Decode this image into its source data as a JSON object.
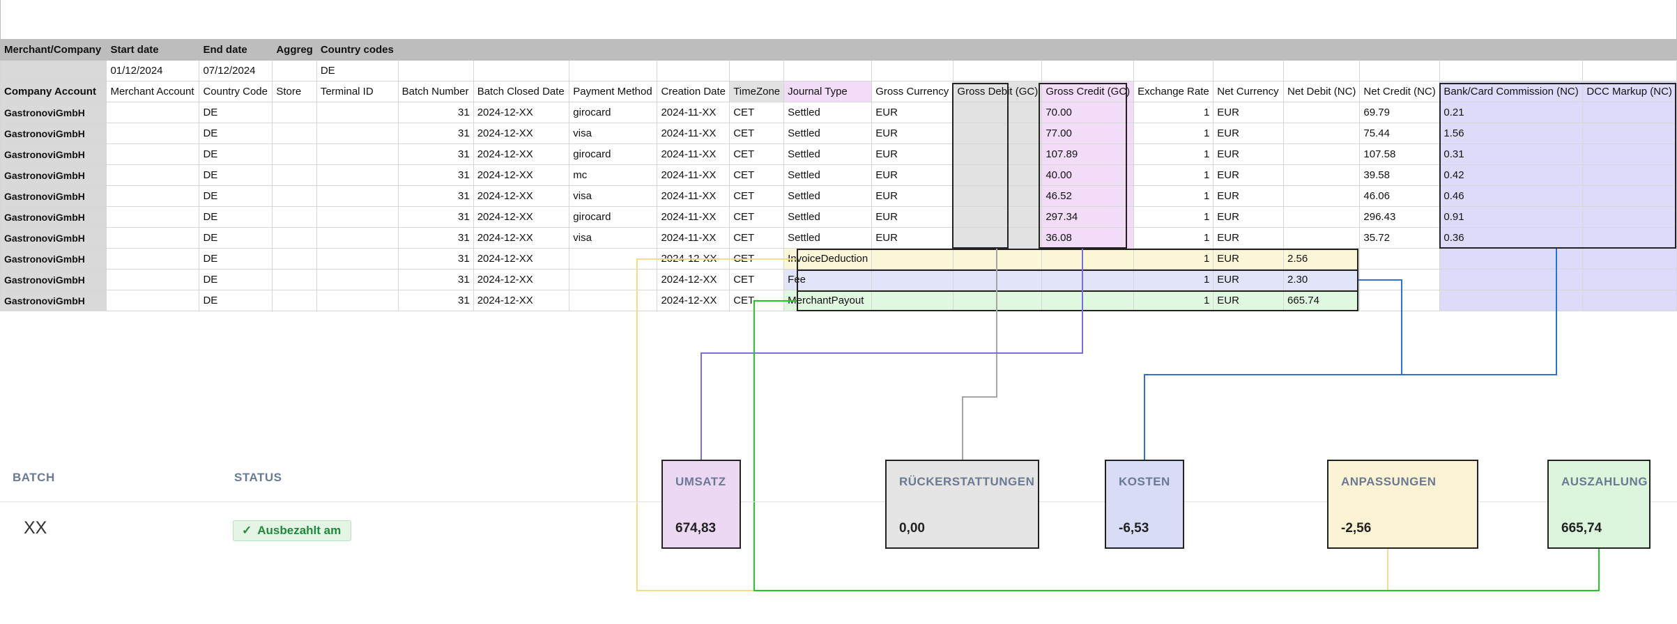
{
  "colors": {
    "grey": "#a6a6a6",
    "purple": "#7b6fd6",
    "blue": "#2f6fd6",
    "yellow": "#f5dc8c",
    "green": "#22cc22"
  },
  "meta_header": [
    "Merchant/Company",
    "Start date",
    "End date",
    "Aggreg",
    "Country codes"
  ],
  "meta_values": [
    "",
    "01/12/2024",
    "07/12/2024",
    "",
    "DE"
  ],
  "columns": [
    "Company Account",
    "Merchant Account",
    "Country Code",
    "Store",
    "Terminal ID",
    "Batch Number",
    "Batch Closed Date",
    "Payment Method",
    "Creation Date",
    "TimeZone",
    "Journal Type",
    "Gross Currency",
    "Gross Debit (GC)",
    "Gross Credit (GC)",
    "Exchange Rate",
    "Net Currency",
    "Net Debit (NC)",
    "Net Credit (NC)",
    "Bank/Card Commission (NC)",
    "DCC Markup (NC)"
  ],
  "rows": [
    {
      "company": "GastronoviGmbH",
      "merchant": "",
      "country": "DE",
      "store": "",
      "terminal": "",
      "batch": "31",
      "closed": "2024-12-XX",
      "method": "girocard",
      "created": "2024-11-XX",
      "tz": "CET",
      "journal": "Settled",
      "gcur": "EUR",
      "gdebit": "",
      "gcredit": "70.00",
      "rate": "1",
      "ncur": "EUR",
      "ndebit": "",
      "ncredit": "69.79",
      "commission": "0.21",
      "dcc": ""
    },
    {
      "company": "GastronoviGmbH",
      "merchant": "",
      "country": "DE",
      "store": "",
      "terminal": "",
      "batch": "31",
      "closed": "2024-12-XX",
      "method": "visa",
      "created": "2024-11-XX",
      "tz": "CET",
      "journal": "Settled",
      "gcur": "EUR",
      "gdebit": "",
      "gcredit": "77.00",
      "rate": "1",
      "ncur": "EUR",
      "ndebit": "",
      "ncredit": "75.44",
      "commission": "1.56",
      "dcc": ""
    },
    {
      "company": "GastronoviGmbH",
      "merchant": "",
      "country": "DE",
      "store": "",
      "terminal": "",
      "batch": "31",
      "closed": "2024-12-XX",
      "method": "girocard",
      "created": "2024-11-XX",
      "tz": "CET",
      "journal": "Settled",
      "gcur": "EUR",
      "gdebit": "",
      "gcredit": "107.89",
      "rate": "1",
      "ncur": "EUR",
      "ndebit": "",
      "ncredit": "107.58",
      "commission": "0.31",
      "dcc": ""
    },
    {
      "company": "GastronoviGmbH",
      "merchant": "",
      "country": "DE",
      "store": "",
      "terminal": "",
      "batch": "31",
      "closed": "2024-12-XX",
      "method": "mc",
      "created": "2024-11-XX",
      "tz": "CET",
      "journal": "Settled",
      "gcur": "EUR",
      "gdebit": "",
      "gcredit": "40.00",
      "rate": "1",
      "ncur": "EUR",
      "ndebit": "",
      "ncredit": "39.58",
      "commission": "0.42",
      "dcc": ""
    },
    {
      "company": "GastronoviGmbH",
      "merchant": "",
      "country": "DE",
      "store": "",
      "terminal": "",
      "batch": "31",
      "closed": "2024-12-XX",
      "method": "visa",
      "created": "2024-11-XX",
      "tz": "CET",
      "journal": "Settled",
      "gcur": "EUR",
      "gdebit": "",
      "gcredit": "46.52",
      "rate": "1",
      "ncur": "EUR",
      "ndebit": "",
      "ncredit": "46.06",
      "commission": "0.46",
      "dcc": ""
    },
    {
      "company": "GastronoviGmbH",
      "merchant": "",
      "country": "DE",
      "store": "",
      "terminal": "",
      "batch": "31",
      "closed": "2024-12-XX",
      "method": "girocard",
      "created": "2024-11-XX",
      "tz": "CET",
      "journal": "Settled",
      "gcur": "EUR",
      "gdebit": "",
      "gcredit": "297.34",
      "rate": "1",
      "ncur": "EUR",
      "ndebit": "",
      "ncredit": "296.43",
      "commission": "0.91",
      "dcc": ""
    },
    {
      "company": "GastronoviGmbH",
      "merchant": "",
      "country": "DE",
      "store": "",
      "terminal": "",
      "batch": "31",
      "closed": "2024-12-XX",
      "method": "visa",
      "created": "2024-11-XX",
      "tz": "CET",
      "journal": "Settled",
      "gcur": "EUR",
      "gdebit": "",
      "gcredit": "36.08",
      "rate": "1",
      "ncur": "EUR",
      "ndebit": "",
      "ncredit": "35.72",
      "commission": "0.36",
      "dcc": ""
    },
    {
      "company": "GastronoviGmbH",
      "merchant": "",
      "country": "DE",
      "store": "",
      "terminal": "",
      "batch": "31",
      "closed": "2024-12-XX",
      "method": "",
      "created": "2024-12-XX",
      "tz": "CET",
      "journal": "InvoiceDeduction",
      "gcur": "",
      "gdebit": "",
      "gcredit": "",
      "rate": "1",
      "ncur": "EUR",
      "ndebit": "2.56",
      "ncredit": "",
      "commission": "",
      "dcc": ""
    },
    {
      "company": "GastronoviGmbH",
      "merchant": "",
      "country": "DE",
      "store": "",
      "terminal": "",
      "batch": "31",
      "closed": "2024-12-XX",
      "method": "",
      "created": "2024-12-XX",
      "tz": "CET",
      "journal": "Fee",
      "gcur": "",
      "gdebit": "",
      "gcredit": "",
      "rate": "1",
      "ncur": "EUR",
      "ndebit": "2.30",
      "ncredit": "",
      "commission": "",
      "dcc": ""
    },
    {
      "company": "GastronoviGmbH",
      "merchant": "",
      "country": "DE",
      "store": "",
      "terminal": "",
      "batch": "31",
      "closed": "2024-12-XX",
      "method": "",
      "created": "2024-12-XX",
      "tz": "CET",
      "journal": "MerchantPayout",
      "gcur": "",
      "gdebit": "",
      "gcredit": "",
      "rate": "1",
      "ncur": "EUR",
      "ndebit": "665.74",
      "ncredit": "",
      "commission": "",
      "dcc": ""
    }
  ],
  "batch_panel": {
    "batch_header": "BATCH",
    "status_header": "STATUS",
    "batch_value": "XX",
    "status_icon": "check-icon",
    "status_label": "Ausbezahlt am"
  },
  "cards": {
    "umsatz": {
      "label": "UMSATZ",
      "value": "674,83"
    },
    "rueckerstattungen": {
      "label": "RÜCKERSTATTUNGEN",
      "value": "0,00"
    },
    "kosten": {
      "label": "KOSTEN",
      "value": "-6,53"
    },
    "anpassungen": {
      "label": "ANPASSUNGEN",
      "value": "-2,56"
    },
    "auszahlung": {
      "label": "AUSZAHLUNG",
      "value": "665,74"
    }
  }
}
